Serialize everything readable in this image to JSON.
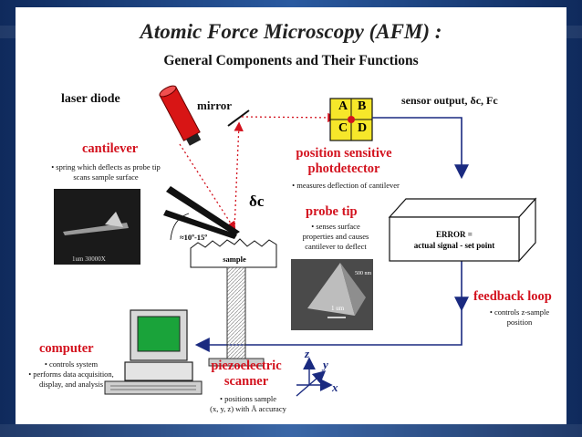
{
  "title": "Atomic Force Microscopy (AFM) :",
  "subtitle": "General Components and Their Functions",
  "labels": {
    "laser_diode": "laser diode",
    "mirror": "mirror",
    "sensor_output": "sensor output, δc, Fc",
    "delta_c": "δc",
    "angle": "≈10º-15º",
    "sample": "sample",
    "error_line1": "ERROR =",
    "error_line2": "actual signal - set point",
    "scale_bar_1": "1 um",
    "scale_bar_2": "500 nm",
    "micro_scale": "1um 30000X"
  },
  "quadrants": [
    "A",
    "B",
    "C",
    "D"
  ],
  "components": {
    "cantilever": {
      "name": "cantilever",
      "desc": [
        "• spring which deflects as probe tip",
        "scans sample surface"
      ]
    },
    "photodetector": {
      "name": [
        "position sensitive",
        "photdetector"
      ],
      "desc": [
        "• measures deflection of cantilever"
      ]
    },
    "probe_tip": {
      "name": "probe tip",
      "desc": [
        "• senses surface",
        "properties and causes",
        "cantilever to deflect"
      ]
    },
    "feedback": {
      "name": "feedback loop",
      "desc": [
        "• controls z-sample",
        "position"
      ]
    },
    "computer": {
      "name": "computer",
      "desc": [
        "• controls system",
        "• performs data acquisition,",
        "display, and analysis"
      ]
    },
    "scanner": {
      "name": [
        "piezoelectric",
        "scanner"
      ],
      "desc": [
        "• positions sample",
        "(x, y, z) with Å accuracy"
      ]
    }
  },
  "axes": {
    "x": "x",
    "y": "y",
    "z": "z"
  },
  "colors": {
    "red": "#d3121e",
    "navy": "#1a2a80",
    "yellow": "#f6e72a",
    "laser": "#d81515",
    "screen": "#1aa33a"
  }
}
